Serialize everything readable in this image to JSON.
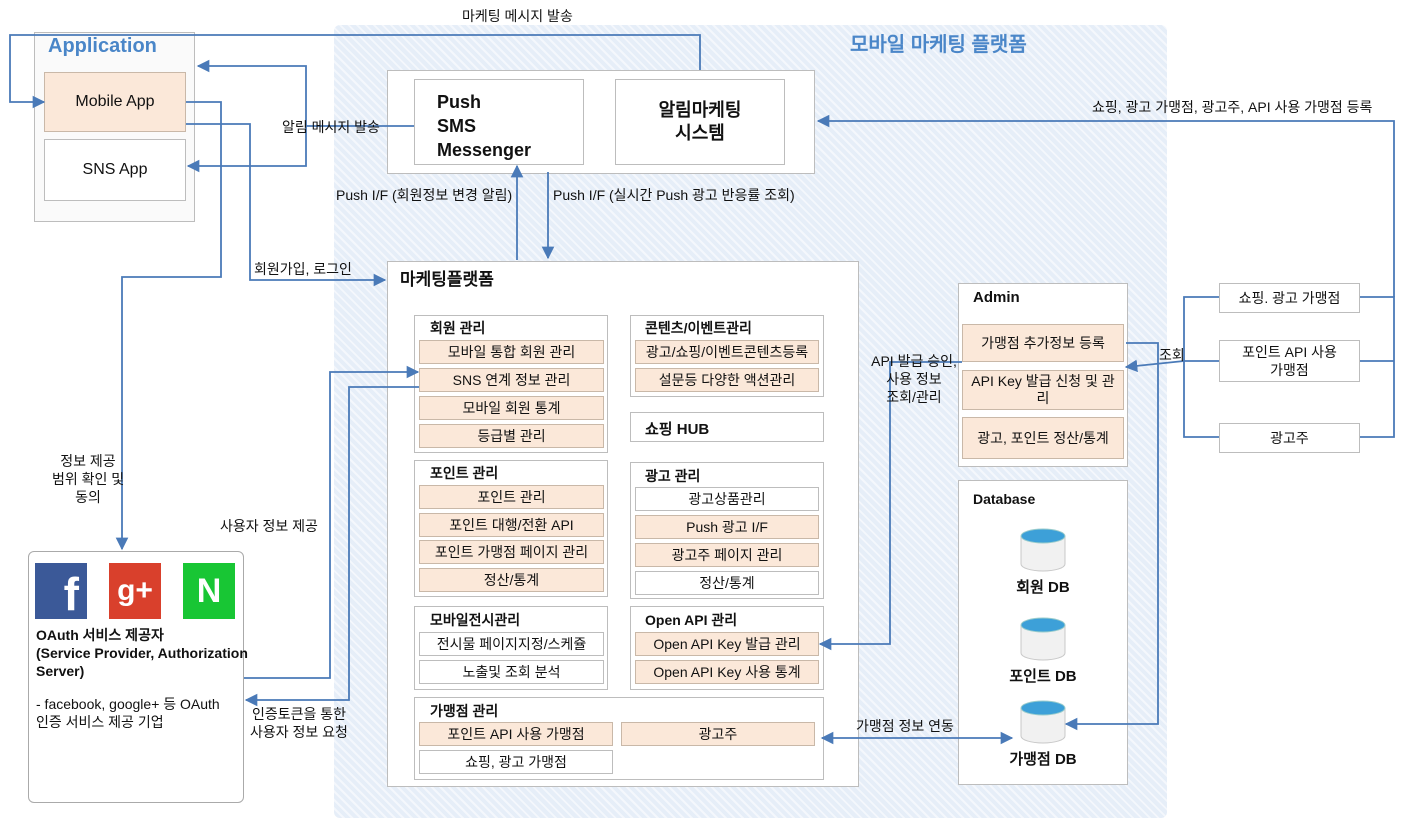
{
  "top_label": "마케팅 메시지 발송",
  "platform_title": "모바일 마케팅 플랫폼",
  "application": {
    "title": "Application",
    "mobile_app": "Mobile App",
    "sns_app": "SNS App"
  },
  "push_box": {
    "line1": "Push",
    "line2": "SMS",
    "line3": "Messenger"
  },
  "alarm_box": {
    "line1": "알림마케팅",
    "line2": "시스템"
  },
  "labels": {
    "alarm_send": "알림 메시지 발송",
    "push_if_member": "Push I/F (회원정보 변경 알림)",
    "push_if_realtime": "Push I/F (실시간 Push 광고 반응률 조회)",
    "signup_login": "회원가입, 로그인",
    "scope_confirm": [
      "정보 제공",
      "범위 확인 및",
      "동의"
    ],
    "user_info_provide": "사용자 정보 제공",
    "token_request": [
      "인증토큰을 통한",
      "사용자 정보 요청"
    ],
    "api_approval": [
      "API 발급 승인,",
      "사용 정보",
      "조회/관리"
    ],
    "lookup": "조회",
    "register_right": "쇼핑, 광고 가맹점, 광고주, API 사용 가맹점 등록",
    "affiliate_sync": "가맹점 정보 연동"
  },
  "marketing_platform": {
    "title": "마케팅플랫폼",
    "member": {
      "title": "회원 관리",
      "items": [
        "모바일 통합 회원 관리",
        "SNS 연계 정보 관리",
        "모바일 회원 통계",
        "등급별 관리"
      ]
    },
    "content": {
      "title": "콘텐츠/이벤트관리",
      "items": [
        "광고/쇼핑/이벤트콘텐츠등록",
        "설문등 다양한 액션관리"
      ]
    },
    "shopping_hub": "쇼핑 HUB",
    "point": {
      "title": "포인트 관리",
      "items": [
        "포인트 관리",
        "포인트 대행/전환 API",
        "포인트 가맹점 페이지 관리",
        "정산/통계"
      ]
    },
    "ad": {
      "title": "광고 관리",
      "items": [
        "광고상품관리",
        "Push 광고 I/F",
        "광고주 페이지 관리",
        "정산/통계"
      ]
    },
    "display": {
      "title": "모바일전시관리",
      "items": [
        "전시물 페이지지정/스케쥴",
        "노출및 조회 분석"
      ]
    },
    "openapi": {
      "title": "Open API 관리",
      "items": [
        "Open API Key 발급 관리",
        "Open API Key 사용 통계"
      ]
    },
    "affiliate": {
      "title": "가맹점 관리",
      "items": [
        "포인트 API 사용 가맹점",
        "광고주",
        "쇼핑, 광고 가맹점"
      ]
    }
  },
  "admin": {
    "title": "Admin",
    "items": [
      "가맹점 추가정보 등록",
      "API Key 발급 신청 및 관리",
      "광고, 포인트 정산/통계"
    ]
  },
  "database": {
    "title": "Database",
    "items": [
      "회원 DB",
      "포인트 DB",
      "가맹점 DB"
    ]
  },
  "right_entities": [
    "쇼핑. 광고 가맹점",
    "포인트 API 사용 가맹점",
    "광고주"
  ],
  "oauth": {
    "title_lines": [
      "OAuth 서비스 제공자",
      "(Service Provider, Authorization",
      "Server)"
    ],
    "desc_lines": [
      "- facebook, google+ 등 OAuth",
      "인증 서비스 제공 기업"
    ],
    "logos": {
      "facebook": "f",
      "google": "g+",
      "naver": "N"
    }
  },
  "colors": {
    "arrow": "#4a7ab8",
    "item_fill": "#fbe8d9",
    "app_title": "#4a86c8",
    "platform_title": "#4a86c8"
  }
}
